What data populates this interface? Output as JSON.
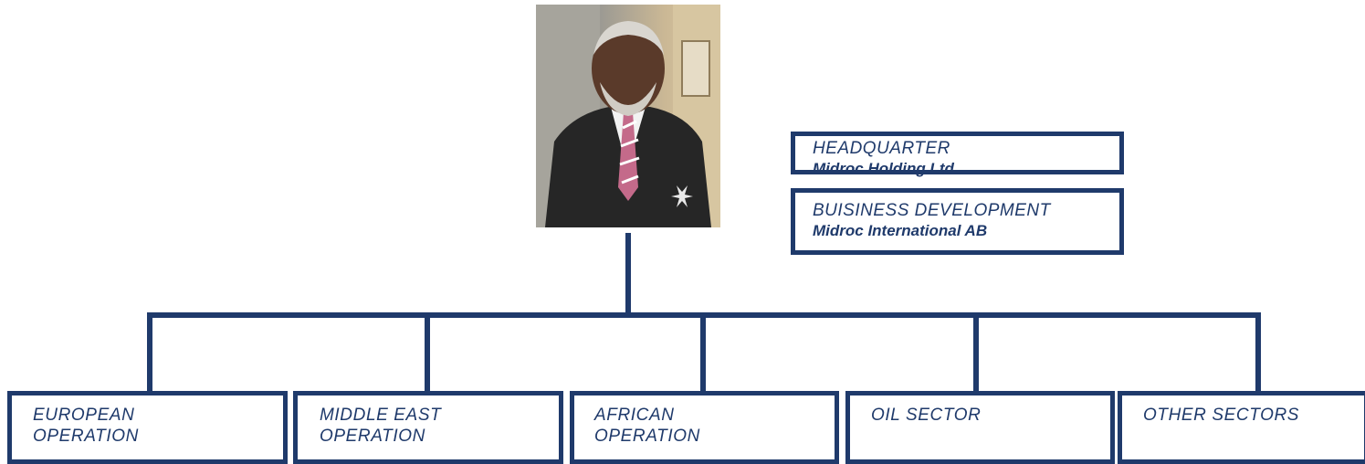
{
  "colors": {
    "line": "#1f3a6b",
    "text": "#1f3a6b"
  },
  "photo": {
    "icon": "portrait-photo"
  },
  "side_boxes": [
    {
      "title": "HEADQUARTER",
      "subtitle": "Midroc Holding Ltd"
    },
    {
      "title": "BUISINESS DEVELOPMENT",
      "subtitle": "Midroc International  AB"
    }
  ],
  "bottom_boxes": [
    {
      "line1": "EUROPEAN",
      "line2": "OPERATION"
    },
    {
      "line1": "MIDDLE EAST",
      "line2": "OPERATION"
    },
    {
      "line1": "AFRICAN",
      "line2": "OPERATION"
    },
    {
      "line1": "OIL SECTOR",
      "line2": ""
    },
    {
      "line1": "OTHER SECTORS",
      "line2": ""
    }
  ]
}
